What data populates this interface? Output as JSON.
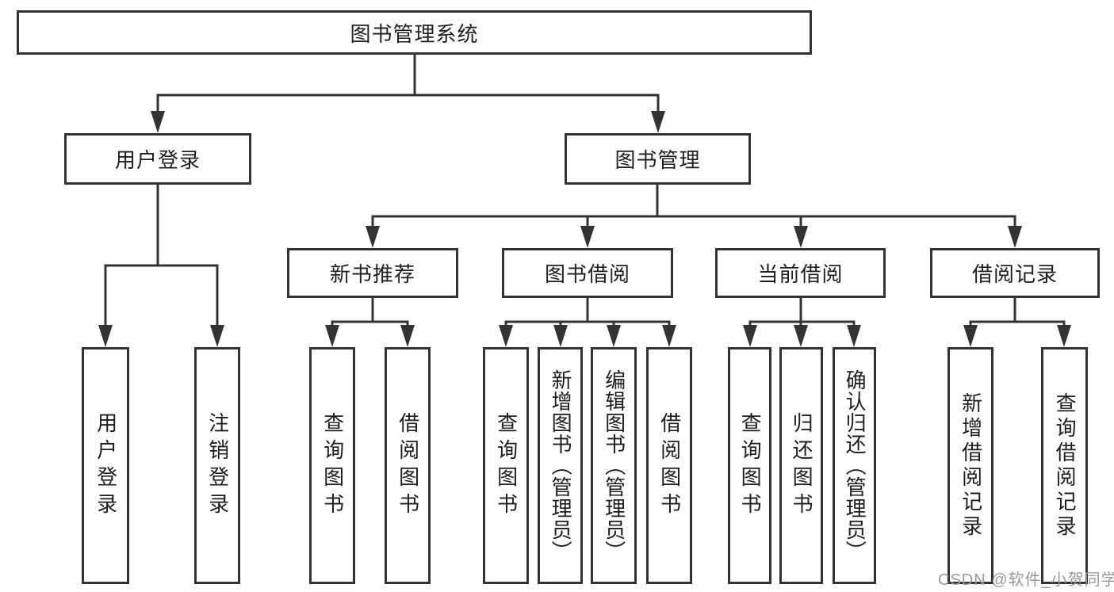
{
  "tree": {
    "label": "图书管理系统",
    "children": [
      {
        "label": "用户登录",
        "children": [
          {
            "label": "用户登录"
          },
          {
            "label": "注销登录"
          }
        ]
      },
      {
        "label": "图书管理",
        "children": [
          {
            "label": "新书推荐",
            "children": [
              {
                "label": "查询图书"
              },
              {
                "label": "借阅图书"
              }
            ]
          },
          {
            "label": "图书借阅",
            "children": [
              {
                "label": "查询图书"
              },
              {
                "label": "新增图书（管理员）"
              },
              {
                "label": "编辑图书（管理员）"
              },
              {
                "label": "借阅图书"
              }
            ]
          },
          {
            "label": "当前借阅",
            "children": [
              {
                "label": "查询图书"
              },
              {
                "label": "归还图书"
              },
              {
                "label": "确认归还（管理员）"
              }
            ]
          },
          {
            "label": "借阅记录",
            "children": [
              {
                "label": "新增借阅记录"
              },
              {
                "label": "查询借阅记录"
              }
            ]
          }
        ]
      }
    ]
  },
  "colors": {
    "line": "#333333",
    "text": "#1e1e1e",
    "watermark_gray": "#9a9a9a"
  },
  "watermark": "CSDN @软件_小贺同学"
}
